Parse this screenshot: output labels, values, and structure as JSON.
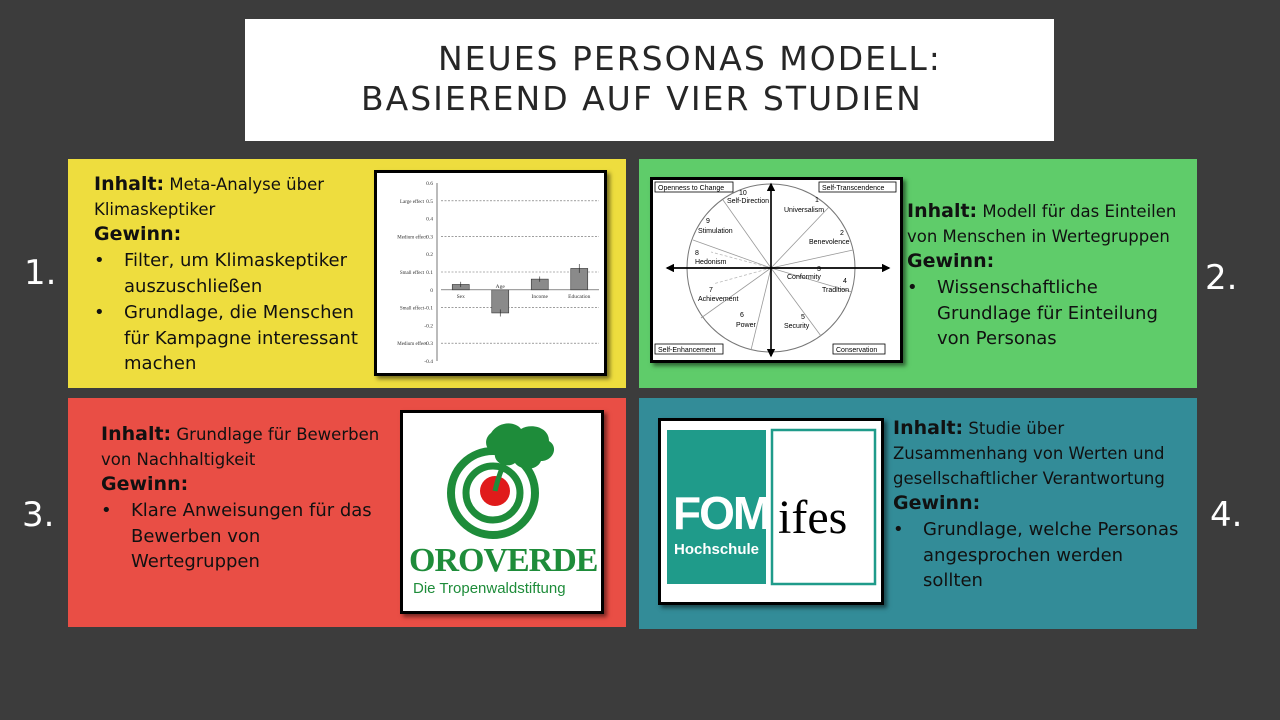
{
  "title": {
    "line1": "NEUES PERSONAS MODELL:",
    "line2": "BASIEREND AUF VIER STUDIEN"
  },
  "panels": [
    {
      "number": "1.",
      "color": "#eedd3e",
      "inhalt_label": "Inhalt:",
      "inhalt_text": " Meta-Analyse über Klimaskeptiker",
      "gewinn_label": "Gewinn:",
      "bullets": [
        "Filter, um Klimaskeptiker auszuschließen",
        "Grundlage, die Menschen für Kampagne interessant machen"
      ]
    },
    {
      "number": "2.",
      "color": "#5fcc6a",
      "inhalt_label": "Inhalt:",
      "inhalt_text": " Modell für das Einteilen von Menschen in Wertegruppen",
      "gewinn_label": "Gewinn:",
      "bullets": [
        "Wissenschaftliche Grundlage für Einteilung von Personas"
      ]
    },
    {
      "number": "3.",
      "color": "#e94e45",
      "inhalt_label": "Inhalt:",
      "inhalt_text": " Grundlage für Bewerben von Nachhaltigkeit",
      "gewinn_label": "Gewinn:",
      "bullets": [
        "Klare Anweisungen für das Bewerben von Wertegruppen"
      ]
    },
    {
      "number": "4.",
      "color": "#338c98",
      "inhalt_label": "Inhalt:",
      "inhalt_text": " Studie über Zusammenhang von Werten und gesellschaftlicher Verantwortung",
      "gewinn_label": "Gewinn:",
      "bullets": [
        "Grundlage, welche Personas angesprochen werden sollten"
      ]
    }
  ],
  "bullet_glyph": "•",
  "meta_chart": {
    "categories": [
      "Sex",
      "Age",
      "Income",
      "Education"
    ],
    "values": [
      0.03,
      -0.13,
      0.06,
      0.12
    ],
    "errors": [
      0.015,
      0.02,
      0.015,
      0.025
    ],
    "ylim": [
      -0.4,
      0.6
    ],
    "yticks": [
      "0.6",
      "0.5",
      "0.4",
      "0.3",
      "0.2",
      "0.1",
      "0",
      "-0.1",
      "-0.2",
      "-0.3",
      "-0.4"
    ],
    "effect_labels": [
      {
        "label": "Large effect",
        "value": 0.5
      },
      {
        "label": "Medium effect",
        "value": 0.3
      },
      {
        "label": "Small effect",
        "value": 0.1
      },
      {
        "label": "Small effect",
        "value": -0.1
      },
      {
        "label": "Medium effect",
        "value": -0.3
      }
    ]
  },
  "values_model": {
    "corner_labels": [
      "Openness to Change",
      "Self-Transcendence",
      "Self-Enhancement",
      "Conservation"
    ],
    "values": [
      {
        "num": "1",
        "name": "Universalism"
      },
      {
        "num": "2",
        "name": "Benevolence"
      },
      {
        "num": "3",
        "name": "Conformity"
      },
      {
        "num": "4",
        "name": "Tradition"
      },
      {
        "num": "5",
        "name": "Security"
      },
      {
        "num": "6",
        "name": "Power"
      },
      {
        "num": "7",
        "name": "Achievement"
      },
      {
        "num": "8",
        "name": "Hedonism"
      },
      {
        "num": "9",
        "name": "Stimulation"
      },
      {
        "num": "10",
        "name": "Self-Direction"
      }
    ]
  },
  "oroverde_logo": {
    "name": "OROVERDE",
    "tagline": "Die Tropenwaldstiftung",
    "green": "#1e8c3a",
    "red": "#e01b1b"
  },
  "fom_logo": {
    "fom": "FOM",
    "hochschule": "Hochschule",
    "ifes": "ifes",
    "teal": "#1f9b8a"
  }
}
